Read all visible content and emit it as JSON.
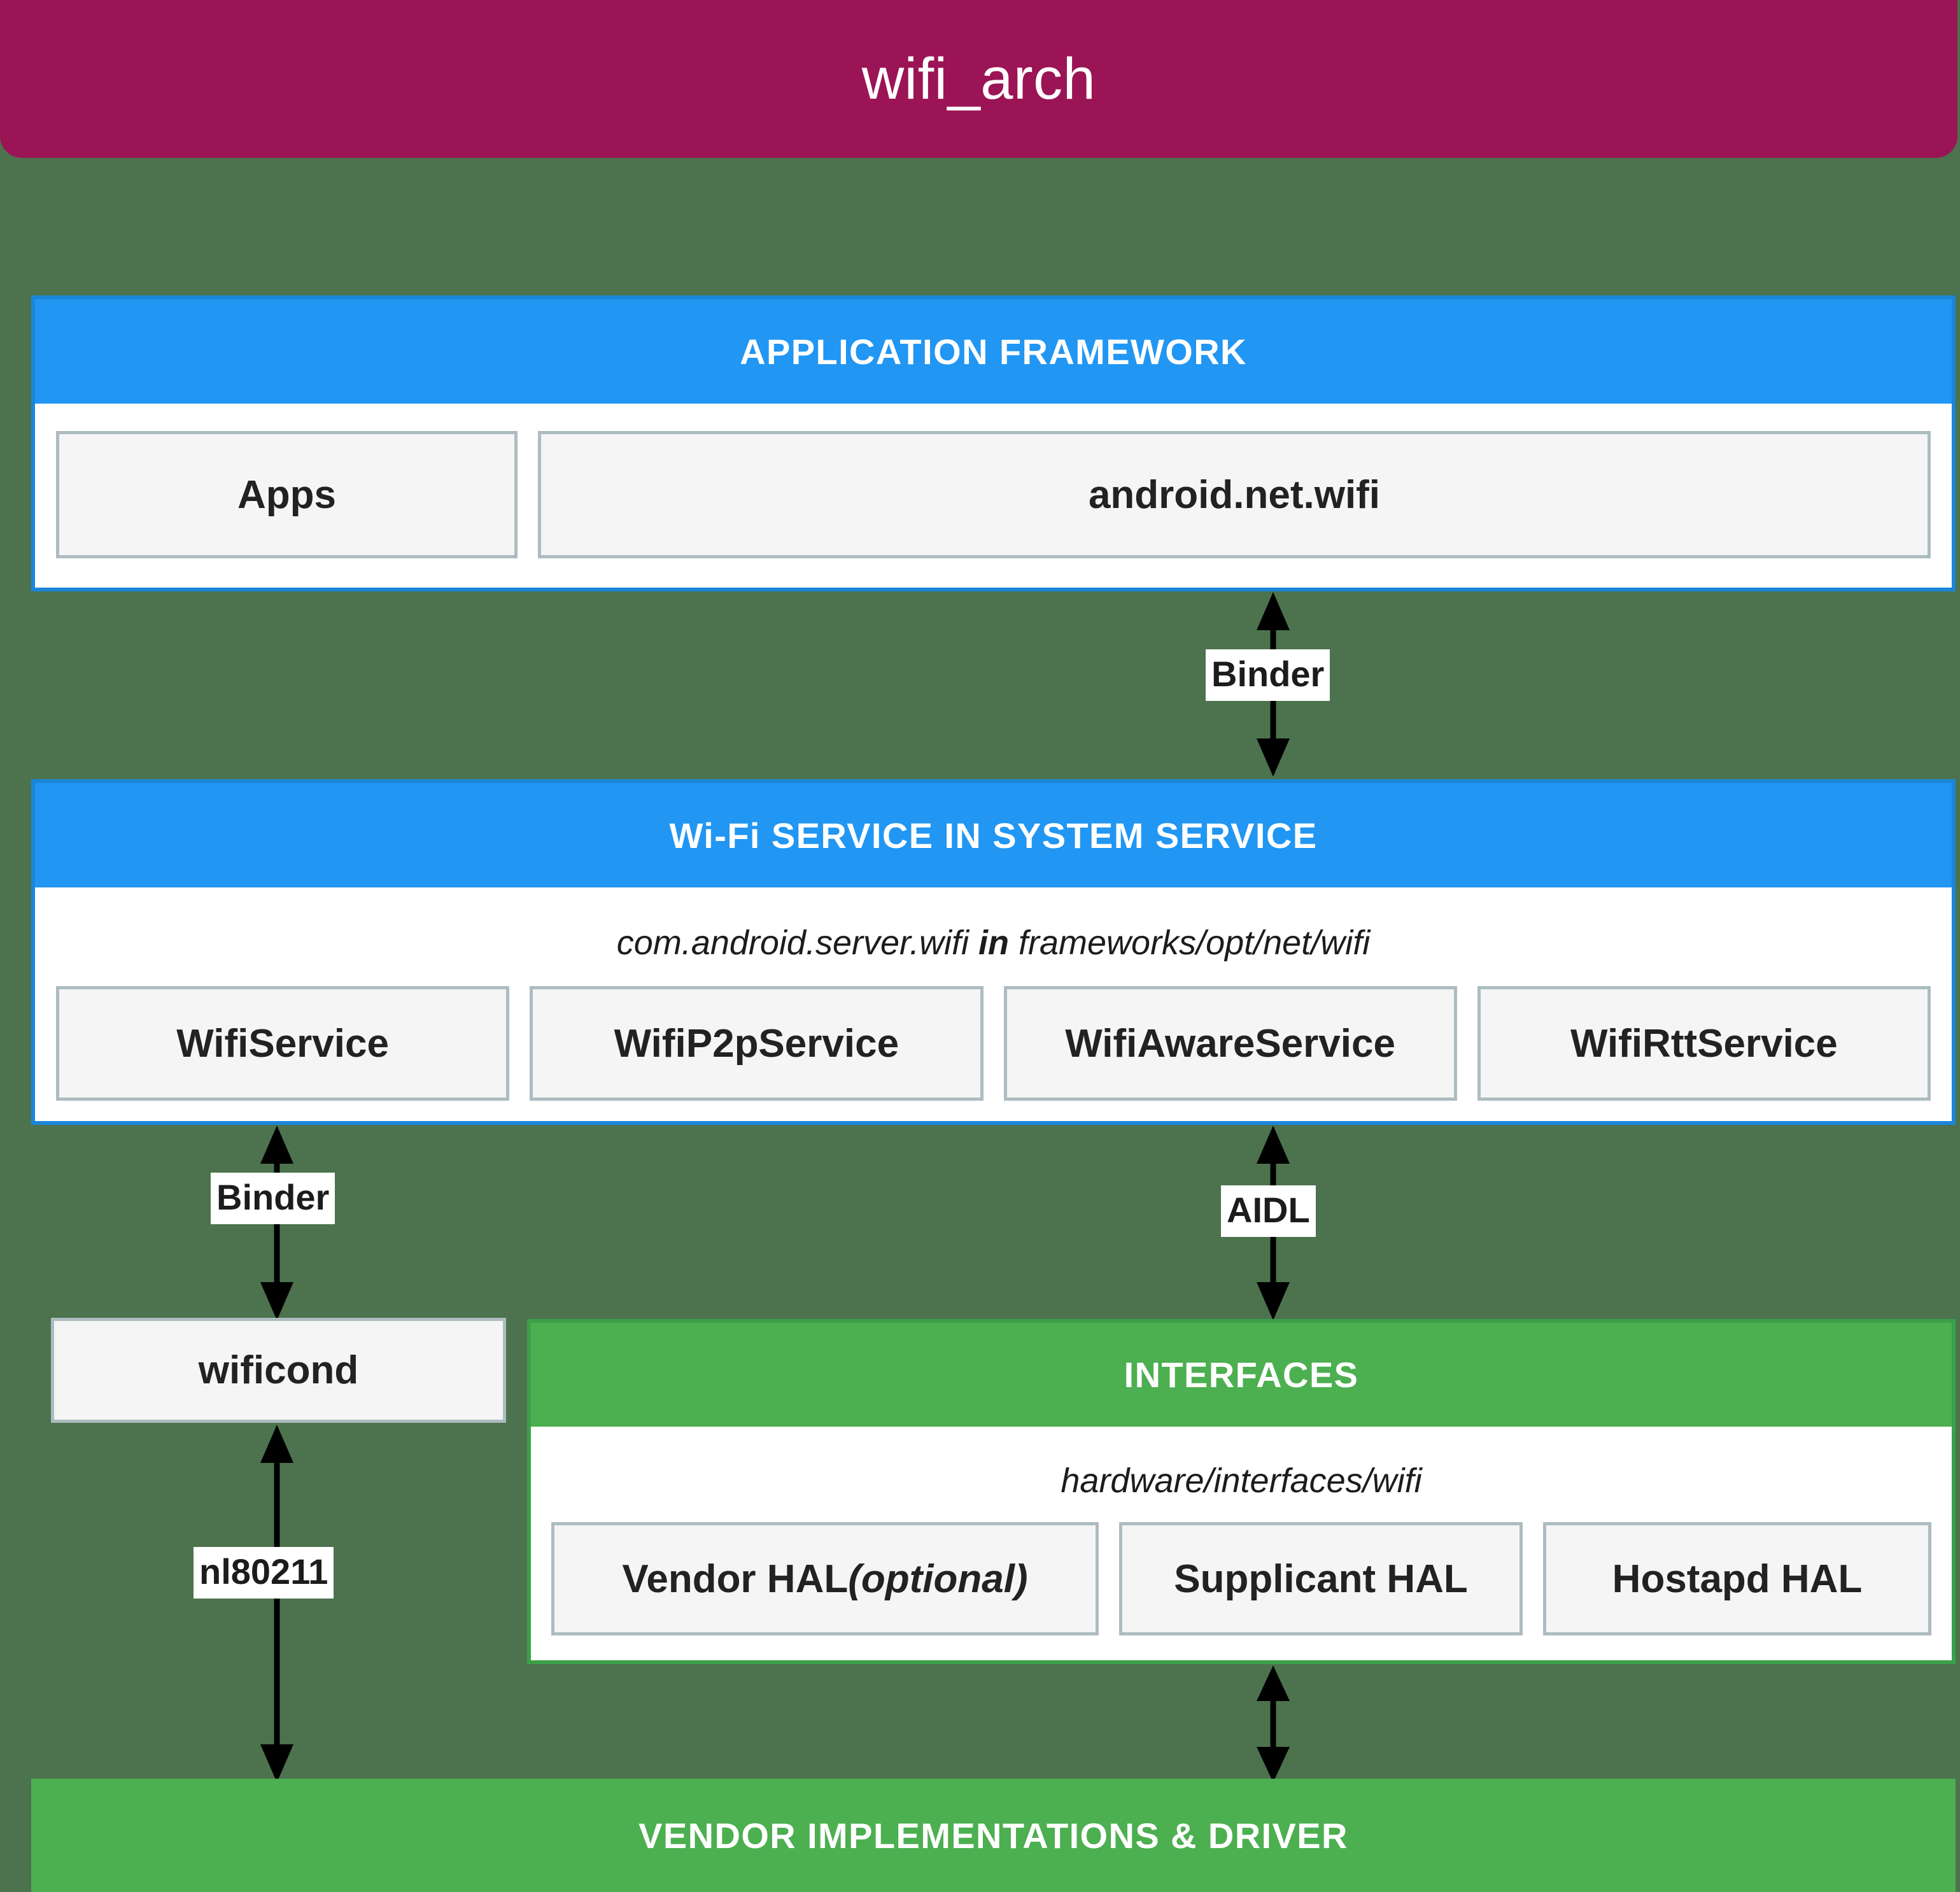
{
  "title": {
    "text": "wifi_arch"
  },
  "colors": {
    "background": "#4c734e",
    "title_bar": "#9b1455",
    "blue_band": "#2196f3",
    "blue_border": "#1b86d8",
    "green_band": "#4caf50",
    "green_border": "#3ba049",
    "chip_fill": "#f5f5f5",
    "chip_border": "#adbcc0",
    "text_dark": "#222222",
    "text_light": "#ffffff"
  },
  "layers": {
    "application_framework": {
      "band_label": "APPLICATION FRAMEWORK",
      "chips": [
        {
          "label": "Apps"
        },
        {
          "label": "android.net.wifi"
        }
      ]
    },
    "wifi_service": {
      "band_label": "Wi-Fi SERVICE IN SYSTEM SERVICE",
      "path_prefix": "com.android.server.wifi",
      "path_joiner": "in",
      "path_suffix": "frameworks/opt/net/wifi",
      "chips": [
        {
          "label": "WifiService"
        },
        {
          "label": "WifiP2pService"
        },
        {
          "label": "WifiAwareService"
        },
        {
          "label": "WifiRttService"
        }
      ]
    },
    "wificond": {
      "label": "wificond"
    },
    "interfaces": {
      "band_label": "INTERFACES",
      "path": "hardware/interfaces/wifi",
      "chips": [
        {
          "label": "Vendor HAL ",
          "note": "(optional)"
        },
        {
          "label": "Supplicant HAL",
          "note": ""
        },
        {
          "label": "Hostapd HAL",
          "note": ""
        }
      ]
    },
    "vendor": {
      "band_label": "VENDOR IMPLEMENTATIONS & DRIVER"
    }
  },
  "connections": [
    {
      "id": "framework-to-service",
      "label": "Binder",
      "style": "double-headed"
    },
    {
      "id": "wifiservice-to-wificond",
      "label": "Binder",
      "style": "double-headed"
    },
    {
      "id": "service-to-interfaces",
      "label": "AIDL",
      "style": "double-headed"
    },
    {
      "id": "wificond-to-vendor",
      "label": "nl80211",
      "style": "double-headed"
    },
    {
      "id": "interfaces-to-vendor",
      "label": "",
      "style": "double-headed"
    }
  ]
}
